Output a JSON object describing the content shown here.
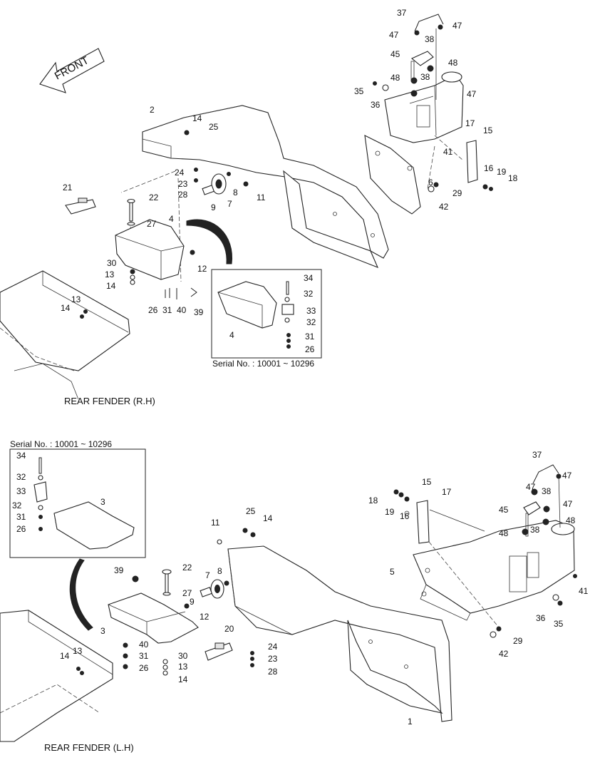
{
  "front_arrow": {
    "label": "FRONT"
  },
  "upper": {
    "caption": "REAR FENDER (R.H)",
    "inset_serial": "Serial No. : 10001 ~ 10296",
    "labels": [
      {
        "id": "u37",
        "text": "37"
      },
      {
        "id": "u47a",
        "text": "47"
      },
      {
        "id": "u38a",
        "text": "38"
      },
      {
        "id": "u47b",
        "text": "47"
      },
      {
        "id": "u45",
        "text": "45"
      },
      {
        "id": "u48a",
        "text": "48"
      },
      {
        "id": "u38b",
        "text": "38"
      },
      {
        "id": "u48b",
        "text": "48"
      },
      {
        "id": "u35",
        "text": "35"
      },
      {
        "id": "u47c",
        "text": "47"
      },
      {
        "id": "u36",
        "text": "36"
      },
      {
        "id": "u2",
        "text": "2"
      },
      {
        "id": "u14a",
        "text": "14"
      },
      {
        "id": "u25",
        "text": "25"
      },
      {
        "id": "u17",
        "text": "17"
      },
      {
        "id": "u15",
        "text": "15"
      },
      {
        "id": "u41",
        "text": "41"
      },
      {
        "id": "u24",
        "text": "24"
      },
      {
        "id": "u23",
        "text": "23"
      },
      {
        "id": "u28",
        "text": "28"
      },
      {
        "id": "u8",
        "text": "8"
      },
      {
        "id": "u16",
        "text": "16"
      },
      {
        "id": "u19",
        "text": "19"
      },
      {
        "id": "u18",
        "text": "18"
      },
      {
        "id": "u6",
        "text": "6"
      },
      {
        "id": "u29",
        "text": "29"
      },
      {
        "id": "u42",
        "text": "42"
      },
      {
        "id": "u21",
        "text": "21"
      },
      {
        "id": "u22",
        "text": "22"
      },
      {
        "id": "u9",
        "text": "9"
      },
      {
        "id": "u7",
        "text": "7"
      },
      {
        "id": "u11",
        "text": "11"
      },
      {
        "id": "u27",
        "text": "27"
      },
      {
        "id": "u4",
        "text": "4"
      },
      {
        "id": "u30",
        "text": "30"
      },
      {
        "id": "u13a",
        "text": "13"
      },
      {
        "id": "u14b",
        "text": "14"
      },
      {
        "id": "u12",
        "text": "12"
      },
      {
        "id": "u13b",
        "text": "13"
      },
      {
        "id": "u14c",
        "text": "14"
      },
      {
        "id": "u26",
        "text": "26"
      },
      {
        "id": "u31",
        "text": "31"
      },
      {
        "id": "u40",
        "text": "40"
      },
      {
        "id": "u39",
        "text": "39"
      },
      {
        "id": "ui34",
        "text": "34"
      },
      {
        "id": "ui32a",
        "text": "32"
      },
      {
        "id": "ui33",
        "text": "33"
      },
      {
        "id": "ui32b",
        "text": "32"
      },
      {
        "id": "ui4",
        "text": "4"
      },
      {
        "id": "ui31",
        "text": "31"
      },
      {
        "id": "ui26",
        "text": "26"
      }
    ]
  },
  "lower": {
    "caption": "REAR FENDER (L.H)",
    "inset_serial": "Serial No. : 10001 ~ 10296",
    "labels": [
      {
        "id": "l37",
        "text": "37"
      },
      {
        "id": "l47a",
        "text": "47"
      },
      {
        "id": "l47b",
        "text": "47"
      },
      {
        "id": "l38a",
        "text": "38"
      },
      {
        "id": "l15",
        "text": "15"
      },
      {
        "id": "l17",
        "text": "17"
      },
      {
        "id": "l18",
        "text": "18"
      },
      {
        "id": "l19",
        "text": "19"
      },
      {
        "id": "l16",
        "text": "16"
      },
      {
        "id": "l45",
        "text": "45"
      },
      {
        "id": "l38b",
        "text": "38"
      },
      {
        "id": "l47c",
        "text": "47"
      },
      {
        "id": "l48a",
        "text": "48"
      },
      {
        "id": "l48b",
        "text": "48"
      },
      {
        "id": "l5",
        "text": "5"
      },
      {
        "id": "l41",
        "text": "41"
      },
      {
        "id": "l36",
        "text": "36"
      },
      {
        "id": "l35",
        "text": "35"
      },
      {
        "id": "l29",
        "text": "29"
      },
      {
        "id": "l42",
        "text": "42"
      },
      {
        "id": "l25",
        "text": "25"
      },
      {
        "id": "l14a",
        "text": "14"
      },
      {
        "id": "l11",
        "text": "11"
      },
      {
        "id": "l39",
        "text": "39"
      },
      {
        "id": "l22",
        "text": "22"
      },
      {
        "id": "l7",
        "text": "7"
      },
      {
        "id": "l8",
        "text": "8"
      },
      {
        "id": "l27",
        "text": "27"
      },
      {
        "id": "l9",
        "text": "9"
      },
      {
        "id": "l12",
        "text": "12"
      },
      {
        "id": "l3",
        "text": "3"
      },
      {
        "id": "l20",
        "text": "20"
      },
      {
        "id": "l40",
        "text": "40"
      },
      {
        "id": "l31",
        "text": "31"
      },
      {
        "id": "l26",
        "text": "26"
      },
      {
        "id": "l30",
        "text": "30"
      },
      {
        "id": "l13a",
        "text": "13"
      },
      {
        "id": "l14b",
        "text": "14"
      },
      {
        "id": "l24",
        "text": "24"
      },
      {
        "id": "l23",
        "text": "23"
      },
      {
        "id": "l28",
        "text": "28"
      },
      {
        "id": "l13b",
        "text": "13"
      },
      {
        "id": "l14c",
        "text": "14"
      },
      {
        "id": "l1",
        "text": "1"
      },
      {
        "id": "li34",
        "text": "34"
      },
      {
        "id": "li32a",
        "text": "32"
      },
      {
        "id": "li33",
        "text": "33"
      },
      {
        "id": "li32b",
        "text": "32"
      },
      {
        "id": "li3",
        "text": "3"
      },
      {
        "id": "li31",
        "text": "31"
      },
      {
        "id": "li26",
        "text": "26"
      }
    ]
  }
}
